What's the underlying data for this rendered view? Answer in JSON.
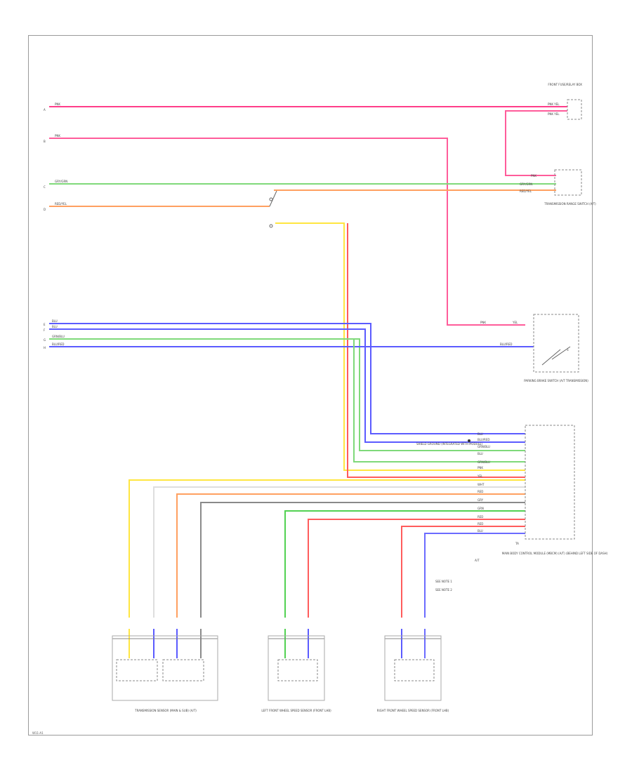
{
  "diagram": {
    "page_id": "W11-A1",
    "left_inputs": [
      {
        "side_label": "A",
        "wire": "PNK",
        "color": "#ff3d8a"
      },
      {
        "side_label": "B",
        "wire": "PNK",
        "color": "#ff5c9a"
      },
      {
        "side_label": "C",
        "wire": "GRY/GRN",
        "color": "#7fd97a"
      },
      {
        "side_label": "D",
        "wire": "RED/YEL",
        "color": "#ffa060"
      },
      {
        "side_label": "E",
        "wire": "BLU",
        "color": "#5b5bff"
      },
      {
        "side_label": "F",
        "wire": "BLU",
        "color": "#5b5bff"
      },
      {
        "side_label": "G",
        "wire": "GRN/BLU",
        "color": "#7fd97a"
      },
      {
        "side_label": "H",
        "wire": "BLU/RED",
        "color": "#5b5bff"
      }
    ],
    "components": {
      "fuse_box": {
        "name": "FRONT FUSE/RELAY BOX",
        "pins": [
          "PNK YEL",
          "PNK YEL"
        ]
      },
      "trans_sensor": {
        "name": "TRANSMISSION RANGE SWITCH (A/T)",
        "pins": [
          "PNK",
          "GRY/GRN",
          "RED/YEL"
        ]
      },
      "park_switch": {
        "name": "PARKING BRAKE SWITCH (A/T TRANSMISSION)",
        "pins": [
          "PNK",
          "YEL",
          "BLU/RED"
        ]
      },
      "main_module": {
        "name": "MAIN BODY CONTROL MODULE (MBCM) (A/T) (BEHIND LEFT SIDE OF DASH)"
      },
      "sensor_left": {
        "name": "TRANSMISSION SENSOR (MAIN & SUB) (A/T)"
      },
      "sensor_mid": {
        "name": "LEFT FRONT WHEEL SPEED SENSOR (FRONT LHB)"
      },
      "sensor_right": {
        "name": "RIGHT FRONT WHEEL SPEED SENSOR (FRONT LHB)"
      }
    },
    "module_pins": [
      "BLU",
      "BLU/RED",
      "GRN/BLU",
      "BLU",
      "GRN/BLU",
      "PNK",
      "YEL",
      "WHT",
      "RED",
      "GRY",
      "GRN",
      "RED",
      "RED",
      "BLU"
    ],
    "module_notes": [
      "SHIELD GROUND (INTEGRATED WITH MODULE)",
      "SEE NOTE 1",
      "SEE NOTE 2"
    ],
    "module_bottom": [
      "A/T",
      "TA"
    ]
  }
}
